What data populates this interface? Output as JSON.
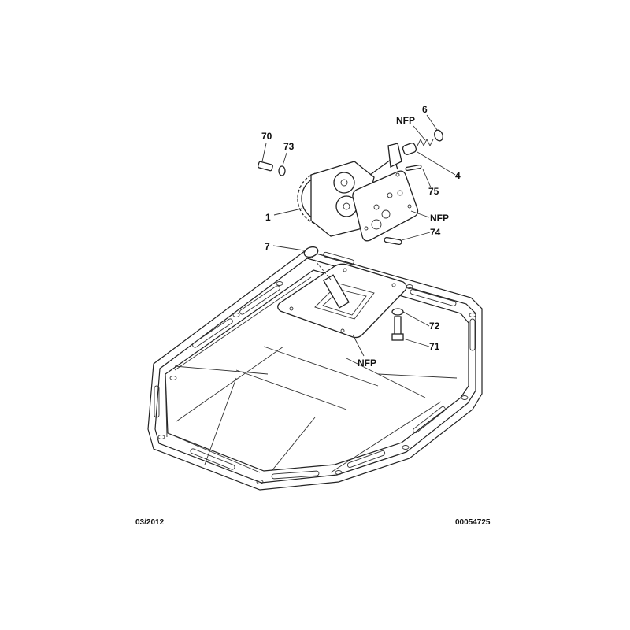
{
  "diagram": {
    "callouts": [
      {
        "id": "c70",
        "text": "70"
      },
      {
        "id": "c73",
        "text": "73"
      },
      {
        "id": "c6",
        "text": "6"
      },
      {
        "id": "cnfp1",
        "text": "NFP"
      },
      {
        "id": "c4",
        "text": "4"
      },
      {
        "id": "c75",
        "text": "75"
      },
      {
        "id": "c1",
        "text": "1"
      },
      {
        "id": "cnfp2",
        "text": "NFP"
      },
      {
        "id": "c74",
        "text": "74"
      },
      {
        "id": "c7",
        "text": "7"
      },
      {
        "id": "c72",
        "text": "72"
      },
      {
        "id": "c71",
        "text": "71"
      },
      {
        "id": "cnfp3",
        "text": "NFP"
      }
    ]
  },
  "footer": {
    "date": "03/2012",
    "reference": "00054725"
  }
}
